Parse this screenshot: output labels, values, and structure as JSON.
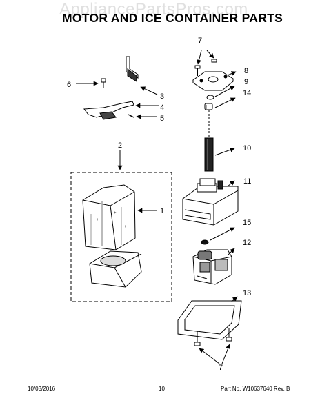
{
  "watermark": "AppliancePartsPros.com",
  "title": "MOTOR AND ICE CONTAINER PARTS",
  "callouts": {
    "c7top": "7",
    "c8": "8",
    "c9": "9",
    "c14": "14",
    "c10": "10",
    "c11": "11",
    "c15": "15",
    "c12": "12",
    "c13": "13",
    "c7bottom": "7",
    "c6": "6",
    "c3": "3",
    "c4": "4",
    "c5": "5",
    "c2": "2",
    "c1": "1"
  },
  "footer": {
    "date": "10/03/2016",
    "page": "10",
    "part_number": "Part No. W10637640  Rev. B"
  }
}
